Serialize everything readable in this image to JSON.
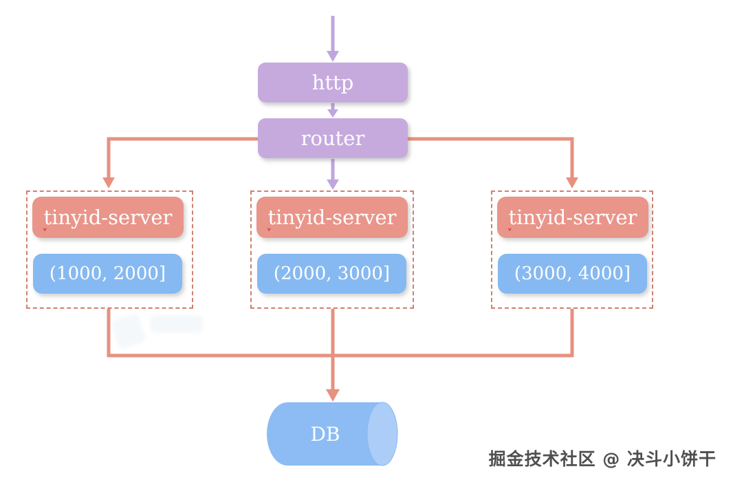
{
  "diagram": {
    "nodes": {
      "http": {
        "label": "http"
      },
      "router": {
        "label": "router"
      },
      "db": {
        "label": "DB"
      }
    },
    "groups": [
      {
        "server_label": "tinyid-server",
        "range_label": "(1000, 2000]"
      },
      {
        "server_label": "tinyid-server",
        "range_label": "(2000, 3000]"
      },
      {
        "server_label": "tinyid-server",
        "range_label": "(3000, 4000]"
      }
    ],
    "watermark": "掘金技术社区 @ 决斗小饼干",
    "icons": {
      "spellcheck_mark": "˅"
    },
    "colors": {
      "purple_fill": "#c6aade",
      "purple_arrow": "#bfa6dd",
      "salmon_fill": "#e9958a",
      "salmon_line": "#e7917f",
      "dash_border": "#cf8070",
      "blue_fill": "#86b9f1",
      "db_body": "#8cbcf3",
      "db_cap": "#accdf8"
    }
  }
}
